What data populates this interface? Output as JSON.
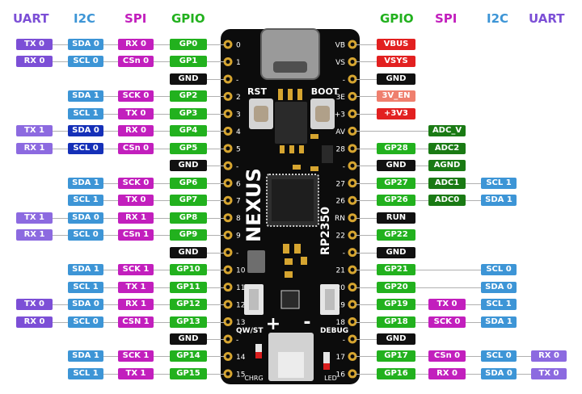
{
  "colors": {
    "uart": "#7c4fd6",
    "uart_alt": "#8c6ae0",
    "i2c": "#3d95d6",
    "i2c_sel": "#1530b8",
    "spi": "#c21fbd",
    "gpio": "#22b11e",
    "gnd": "#111111",
    "power": "#e22020",
    "power_light": "#ef7f6e",
    "adc": "#1a7a14"
  },
  "headers": {
    "left": {
      "uart": "UART",
      "i2c": "I2C",
      "spi": "SPI",
      "gpio": "GPIO"
    },
    "right": {
      "gpio": "GPIO",
      "spi": "SPI",
      "i2c": "I2C",
      "uart": "UART"
    }
  },
  "board": {
    "brand": "NEXUS",
    "chip": "RP2350",
    "rst_label": "RST",
    "boot_label": "BOOT",
    "qw_label": "QW/ST",
    "debug_label": "DEBUG",
    "chrg_label": "CHRG",
    "led_label": "LED",
    "plus": "+",
    "minus": "-",
    "left_pin_nums": [
      "0",
      "1",
      "-",
      "2",
      "3",
      "4",
      "5",
      "-",
      "6",
      "7",
      "8",
      "9",
      "-",
      "10",
      "11",
      "12",
      "13",
      "-",
      "14",
      "15"
    ],
    "right_pin_nums": [
      "VB",
      "VS",
      "-",
      "3E",
      "+3",
      "AV",
      "28",
      "-",
      "27",
      "26",
      "RN",
      "22",
      "-",
      "21",
      "20",
      "19",
      "18",
      "-",
      "17",
      "16"
    ]
  },
  "left_rows": [
    {
      "uart": {
        "t": "TX 0",
        "k": "uart"
      },
      "i2c": {
        "t": "SDA 0",
        "k": "i2c"
      },
      "spi": {
        "t": "RX 0",
        "k": "spi"
      },
      "gpio": {
        "t": "GP0",
        "k": "gpio"
      }
    },
    {
      "uart": {
        "t": "RX 0",
        "k": "uart"
      },
      "i2c": {
        "t": "SCL 0",
        "k": "i2c"
      },
      "spi": {
        "t": "CSn 0",
        "k": "spi"
      },
      "gpio": {
        "t": "GP1",
        "k": "gpio"
      }
    },
    {
      "gpio": {
        "t": "GND",
        "k": "gnd"
      }
    },
    {
      "i2c": {
        "t": "SDA 1",
        "k": "i2c"
      },
      "spi": {
        "t": "SCK 0",
        "k": "spi"
      },
      "gpio": {
        "t": "GP2",
        "k": "gpio"
      }
    },
    {
      "i2c": {
        "t": "SCL 1",
        "k": "i2c"
      },
      "spi": {
        "t": "TX 0",
        "k": "spi"
      },
      "gpio": {
        "t": "GP3",
        "k": "gpio"
      }
    },
    {
      "uart": {
        "t": "TX 1",
        "k": "uart_alt"
      },
      "i2c": {
        "t": "SDA 0",
        "k": "i2c_sel"
      },
      "spi": {
        "t": "RX 0",
        "k": "spi"
      },
      "gpio": {
        "t": "GP4",
        "k": "gpio"
      }
    },
    {
      "uart": {
        "t": "RX 1",
        "k": "uart_alt"
      },
      "i2c": {
        "t": "SCL 0",
        "k": "i2c_sel"
      },
      "spi": {
        "t": "CSn 0",
        "k": "spi"
      },
      "gpio": {
        "t": "GP5",
        "k": "gpio"
      }
    },
    {
      "gpio": {
        "t": "GND",
        "k": "gnd"
      }
    },
    {
      "i2c": {
        "t": "SDA 1",
        "k": "i2c"
      },
      "spi": {
        "t": "SCK 0",
        "k": "spi"
      },
      "gpio": {
        "t": "GP6",
        "k": "gpio"
      }
    },
    {
      "i2c": {
        "t": "SCL 1",
        "k": "i2c"
      },
      "spi": {
        "t": "TX 0",
        "k": "spi"
      },
      "gpio": {
        "t": "GP7",
        "k": "gpio"
      }
    },
    {
      "uart": {
        "t": "TX 1",
        "k": "uart_alt"
      },
      "i2c": {
        "t": "SDA 0",
        "k": "i2c"
      },
      "spi": {
        "t": "RX 1",
        "k": "spi"
      },
      "gpio": {
        "t": "GP8",
        "k": "gpio"
      }
    },
    {
      "uart": {
        "t": "RX 1",
        "k": "uart_alt"
      },
      "i2c": {
        "t": "SCL 0",
        "k": "i2c"
      },
      "spi": {
        "t": "CSn 1",
        "k": "spi"
      },
      "gpio": {
        "t": "GP9",
        "k": "gpio"
      }
    },
    {
      "gpio": {
        "t": "GND",
        "k": "gnd"
      }
    },
    {
      "i2c": {
        "t": "SDA 1",
        "k": "i2c"
      },
      "spi": {
        "t": "SCK 1",
        "k": "spi"
      },
      "gpio": {
        "t": "GP10",
        "k": "gpio"
      }
    },
    {
      "i2c": {
        "t": "SCL 1",
        "k": "i2c"
      },
      "spi": {
        "t": "TX 1",
        "k": "spi"
      },
      "gpio": {
        "t": "GP11",
        "k": "gpio"
      }
    },
    {
      "uart": {
        "t": "TX 0",
        "k": "uart"
      },
      "i2c": {
        "t": "SDA 0",
        "k": "i2c"
      },
      "spi": {
        "t": "RX 1",
        "k": "spi"
      },
      "gpio": {
        "t": "GP12",
        "k": "gpio"
      }
    },
    {
      "uart": {
        "t": "RX 0",
        "k": "uart"
      },
      "i2c": {
        "t": "SCL 0",
        "k": "i2c"
      },
      "spi": {
        "t": "CSN 1",
        "k": "spi"
      },
      "gpio": {
        "t": "GP13",
        "k": "gpio"
      }
    },
    {
      "gpio": {
        "t": "GND",
        "k": "gnd"
      }
    },
    {
      "i2c": {
        "t": "SDA 1",
        "k": "i2c"
      },
      "spi": {
        "t": "SCK 1",
        "k": "spi"
      },
      "gpio": {
        "t": "GP14",
        "k": "gpio"
      }
    },
    {
      "i2c": {
        "t": "SCL 1",
        "k": "i2c"
      },
      "spi": {
        "t": "TX 1",
        "k": "spi"
      },
      "gpio": {
        "t": "GP15",
        "k": "gpio"
      }
    }
  ],
  "right_rows": [
    {
      "gpio": {
        "t": "VBUS",
        "k": "power"
      }
    },
    {
      "gpio": {
        "t": "VSYS",
        "k": "power"
      }
    },
    {
      "gpio": {
        "t": "GND",
        "k": "gnd"
      }
    },
    {
      "gpio": {
        "t": "3V_EN",
        "k": "power_light"
      }
    },
    {
      "gpio": {
        "t": "+3V3",
        "k": "power"
      }
    },
    {
      "spi": {
        "t": "ADC_V",
        "k": "adc"
      }
    },
    {
      "gpio": {
        "t": "GP28",
        "k": "gpio"
      },
      "spi": {
        "t": "ADC2",
        "k": "adc"
      }
    },
    {
      "gpio": {
        "t": "GND",
        "k": "gnd"
      },
      "spi": {
        "t": "AGND",
        "k": "adc"
      }
    },
    {
      "gpio": {
        "t": "GP27",
        "k": "gpio"
      },
      "spi": {
        "t": "ADC1",
        "k": "adc"
      },
      "i2c": {
        "t": "SCL 1",
        "k": "i2c"
      }
    },
    {
      "gpio": {
        "t": "GP26",
        "k": "gpio"
      },
      "spi": {
        "t": "ADC0",
        "k": "adc"
      },
      "i2c": {
        "t": "SDA 1",
        "k": "i2c"
      }
    },
    {
      "gpio": {
        "t": "RUN",
        "k": "gnd"
      }
    },
    {
      "gpio": {
        "t": "GP22",
        "k": "gpio"
      }
    },
    {
      "gpio": {
        "t": "GND",
        "k": "gnd"
      }
    },
    {
      "gpio": {
        "t": "GP21",
        "k": "gpio"
      },
      "i2c": {
        "t": "SCL 0",
        "k": "i2c"
      }
    },
    {
      "gpio": {
        "t": "GP20",
        "k": "gpio"
      },
      "i2c": {
        "t": "SDA 0",
        "k": "i2c"
      }
    },
    {
      "gpio": {
        "t": "GP19",
        "k": "gpio"
      },
      "spi": {
        "t": "TX 0",
        "k": "spi"
      },
      "i2c": {
        "t": "SCL 1",
        "k": "i2c"
      }
    },
    {
      "gpio": {
        "t": "GP18",
        "k": "gpio"
      },
      "spi": {
        "t": "SCK 0",
        "k": "spi"
      },
      "i2c": {
        "t": "SDA 1",
        "k": "i2c"
      }
    },
    {
      "gpio": {
        "t": "GND",
        "k": "gnd"
      }
    },
    {
      "gpio": {
        "t": "GP17",
        "k": "gpio"
      },
      "spi": {
        "t": "CSn 0",
        "k": "spi"
      },
      "i2c": {
        "t": "SCL 0",
        "k": "i2c"
      },
      "uart": {
        "t": "RX 0",
        "k": "uart_alt"
      }
    },
    {
      "gpio": {
        "t": "GP16",
        "k": "gpio"
      },
      "spi": {
        "t": "RX 0",
        "k": "spi"
      },
      "i2c": {
        "t": "SDA 0",
        "k": "i2c"
      },
      "uart": {
        "t": "TX 0",
        "k": "uart_alt"
      }
    }
  ]
}
